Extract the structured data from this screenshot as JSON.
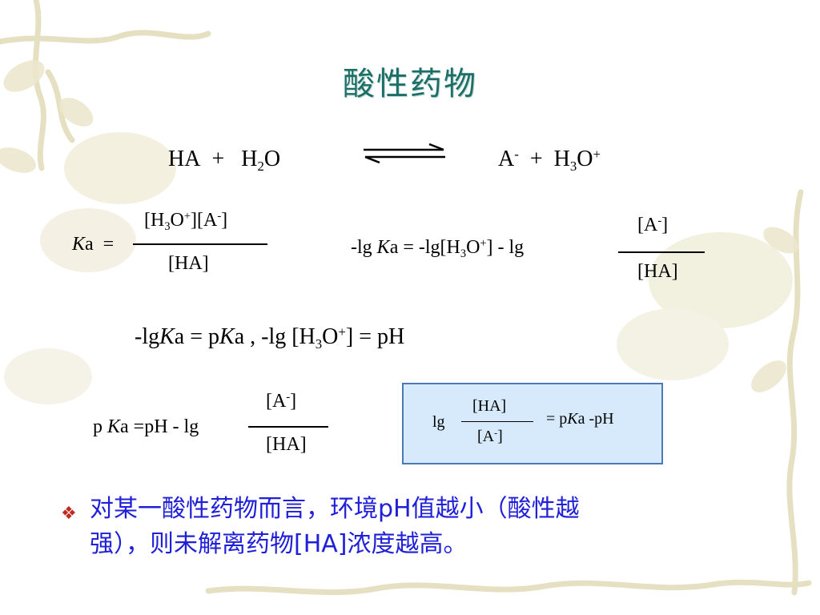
{
  "slide": {
    "title": "酸性药物",
    "reaction": {
      "left_a": "HA",
      "plus1": "+",
      "left_b_main": "H",
      "left_b_sub": "2",
      "left_b_tail": "O",
      "right_a_main": "A",
      "right_a_sup": "-",
      "plus2": "+",
      "right_b_main": "H",
      "right_b_sub": "3",
      "right_b_mid": "O",
      "right_b_sup": "+"
    },
    "ka_def": {
      "lhs_k": "K",
      "lhs_a": "a",
      "eq": "=",
      "num_1": "[H",
      "num_sub": "3",
      "num_2": "O",
      "num_sup1": "+",
      "num_3": "][A",
      "num_sup2": "-",
      "num_4": "]",
      "den": "[HA]"
    },
    "log_eq": {
      "lhs_1": "-lg ",
      "lhs_k": "K",
      "lhs_2": "a = -lg[H",
      "sub": "3",
      "mid": "O",
      "sup": "+",
      "tail": "] -  lg",
      "num_main": "[A",
      "num_sup": "-",
      "num_end": "]",
      "den": "[HA]"
    },
    "pka_def": {
      "p1": "-lg",
      "k1": "K",
      "p2": "a = p",
      "k2": "K",
      "p3": "a , -lg  [H",
      "sub": "3",
      "p4": "O",
      "sup": "+",
      "p5": "] = pH"
    },
    "pka_eq": {
      "p1": "p ",
      "k": "K",
      "p2": "a =pH -  lg",
      "num_main": "[A",
      "num_sup": "-",
      "num_end": "]",
      "den": "[HA]"
    },
    "boxed_eq": {
      "lg": "lg",
      "num": "[HA]",
      "den_main": "[A",
      "den_sup": "-",
      "den_end": "]",
      "rhs_1": "= p",
      "rhs_k": "K",
      "rhs_2": "a -pH"
    },
    "bullet": {
      "icon": "diamond-cluster-icon",
      "line1": "对某一酸性药物而言，环境pH值越小（酸性越",
      "line2": "强），则未解离药物[HA]浓度越高。"
    },
    "colors": {
      "title": "#1c6f66",
      "bullet_text": "#2020d8",
      "bullet_icon": "#c02a20",
      "box_fill": "#d6eafb",
      "box_border": "#4a7ab5"
    }
  }
}
